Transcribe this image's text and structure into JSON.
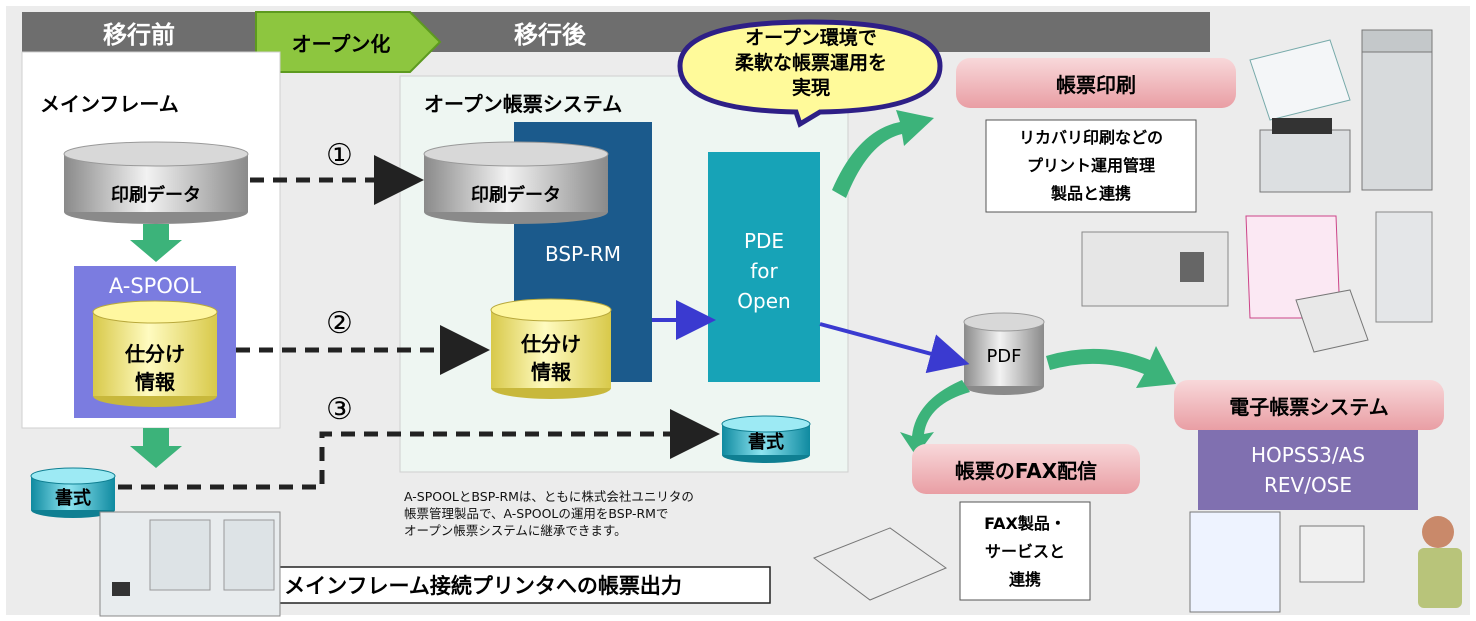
{
  "header": {
    "before_label": "移行前",
    "transition_label": "オープン化",
    "after_label": "移行後"
  },
  "bubble": {
    "text_line1": "オープン環境で",
    "text_line2": "柔軟な帳票運用を",
    "text_line3": "実現"
  },
  "mainframe": {
    "title": "メインフレーム",
    "print_data": "印刷データ",
    "aspool": "A-SPOOL",
    "sort_info_line1": "仕分け",
    "sort_info_line2": "情報",
    "format": "書式"
  },
  "open_system": {
    "title": "オープン帳票システム",
    "print_data": "印刷データ",
    "bsp_rm": "BSP-RM",
    "pde_line1": "PDE",
    "pde_line2": "for",
    "pde_line3": "Open",
    "sort_info_line1": "仕分け",
    "sort_info_line2": "情報",
    "format": "書式",
    "note_line1": "A-SPOOLとBSP-RMは、ともに株式会社ユニリタの",
    "note_line2": "帳票管理製品で、A-SPOOLの運用をBSP-RMで",
    "note_line3": "オープン帳票システムに継承できます。"
  },
  "steps": {
    "step1": "①",
    "step2": "②",
    "step3": "③"
  },
  "printing": {
    "title": "帳票印刷",
    "desc_line1": "リカバリ印刷などの",
    "desc_line2": "プリント運用管理",
    "desc_line3": "製品と連携"
  },
  "pdf": {
    "label": "PDF"
  },
  "fax": {
    "title": "帳票のFAX配信",
    "desc_line1": "FAX製品・",
    "desc_line2": "サービスと",
    "desc_line3": "連携"
  },
  "ereport": {
    "title": "電子帳票システム",
    "product_line1": "HOPSS3/AS",
    "product_line2": "REV/OSE"
  },
  "bottom": {
    "mainframe_printer_output": "メインフレーム接続プリンタへの帳票出力"
  },
  "colors": {
    "header_gray": "#6e6e6e",
    "transition_green": "#8dc63f",
    "bubble_yellow": "#fffa9a",
    "bubble_border": "#2e1f86",
    "aspool_purple": "#7b7ce0",
    "bsp_blue": "#1b5a8c",
    "pde_teal": "#17a3b7",
    "arrow_green": "#3cb37a",
    "flow_blue": "#3a3ad0",
    "pink_title": "#f1b9bd",
    "ereport_purple": "#8070b0"
  }
}
